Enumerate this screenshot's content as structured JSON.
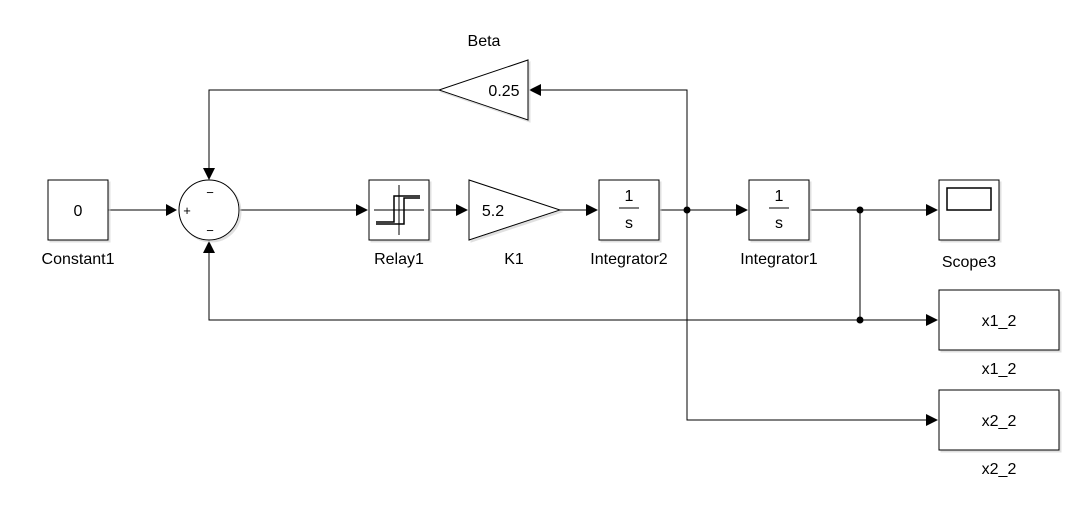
{
  "blocks": {
    "constant": {
      "value": "0",
      "name": "Constant1"
    },
    "sum": {
      "sign_left": "+",
      "sign_top": "−",
      "sign_bottom": "−"
    },
    "relay": {
      "name": "Relay1"
    },
    "gain_k1": {
      "value": "5.2",
      "name": "K1"
    },
    "integrator2": {
      "num": "1",
      "den": "s",
      "name": "Integrator2"
    },
    "integrator1": {
      "num": "1",
      "den": "s",
      "name": "Integrator1"
    },
    "scope": {
      "name": "Scope3"
    },
    "beta": {
      "value": "0.25",
      "name": "Beta"
    },
    "out_x1": {
      "value": "x1_2",
      "name": "x1_2"
    },
    "out_x2": {
      "value": "x2_2",
      "name": "x2_2"
    }
  }
}
